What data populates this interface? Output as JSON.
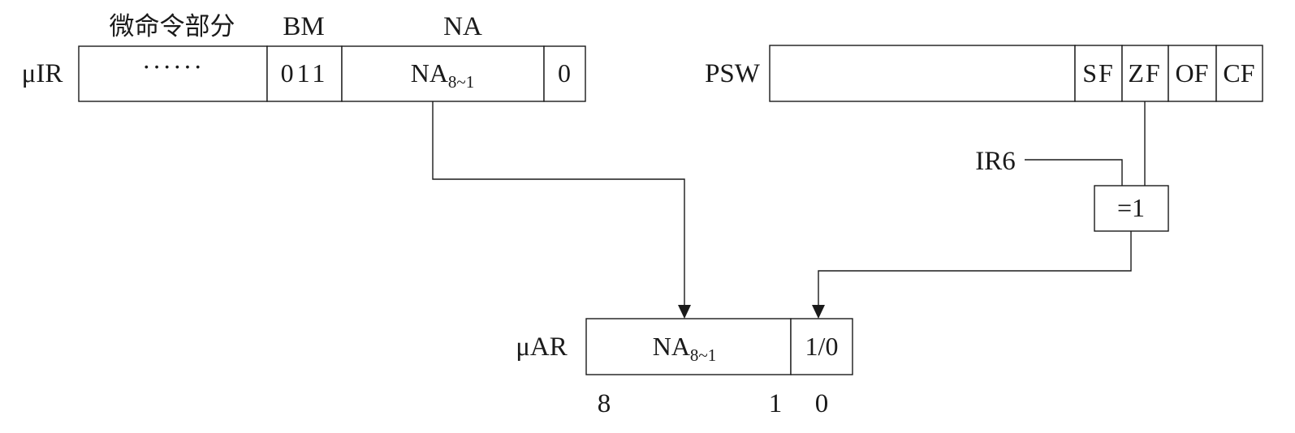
{
  "uir": {
    "label": "μIR",
    "field_headers": {
      "micro_command": "微命令部分",
      "bm": "BM",
      "na": "NA"
    },
    "cells": {
      "dots": "······",
      "bm_value": "011",
      "na_main": "NA",
      "na_sub": "8~1",
      "last_bit": "0"
    }
  },
  "psw": {
    "label": "PSW",
    "flags": [
      "SF",
      "ZF",
      "OF",
      "CF"
    ]
  },
  "ir6_label": "IR6",
  "xor_gate_label": "=1",
  "uar": {
    "label": "μAR",
    "na_main": "NA",
    "na_sub": "8~1",
    "low_bit": "1/0",
    "bit_indices": [
      "8",
      "1",
      "0"
    ]
  }
}
